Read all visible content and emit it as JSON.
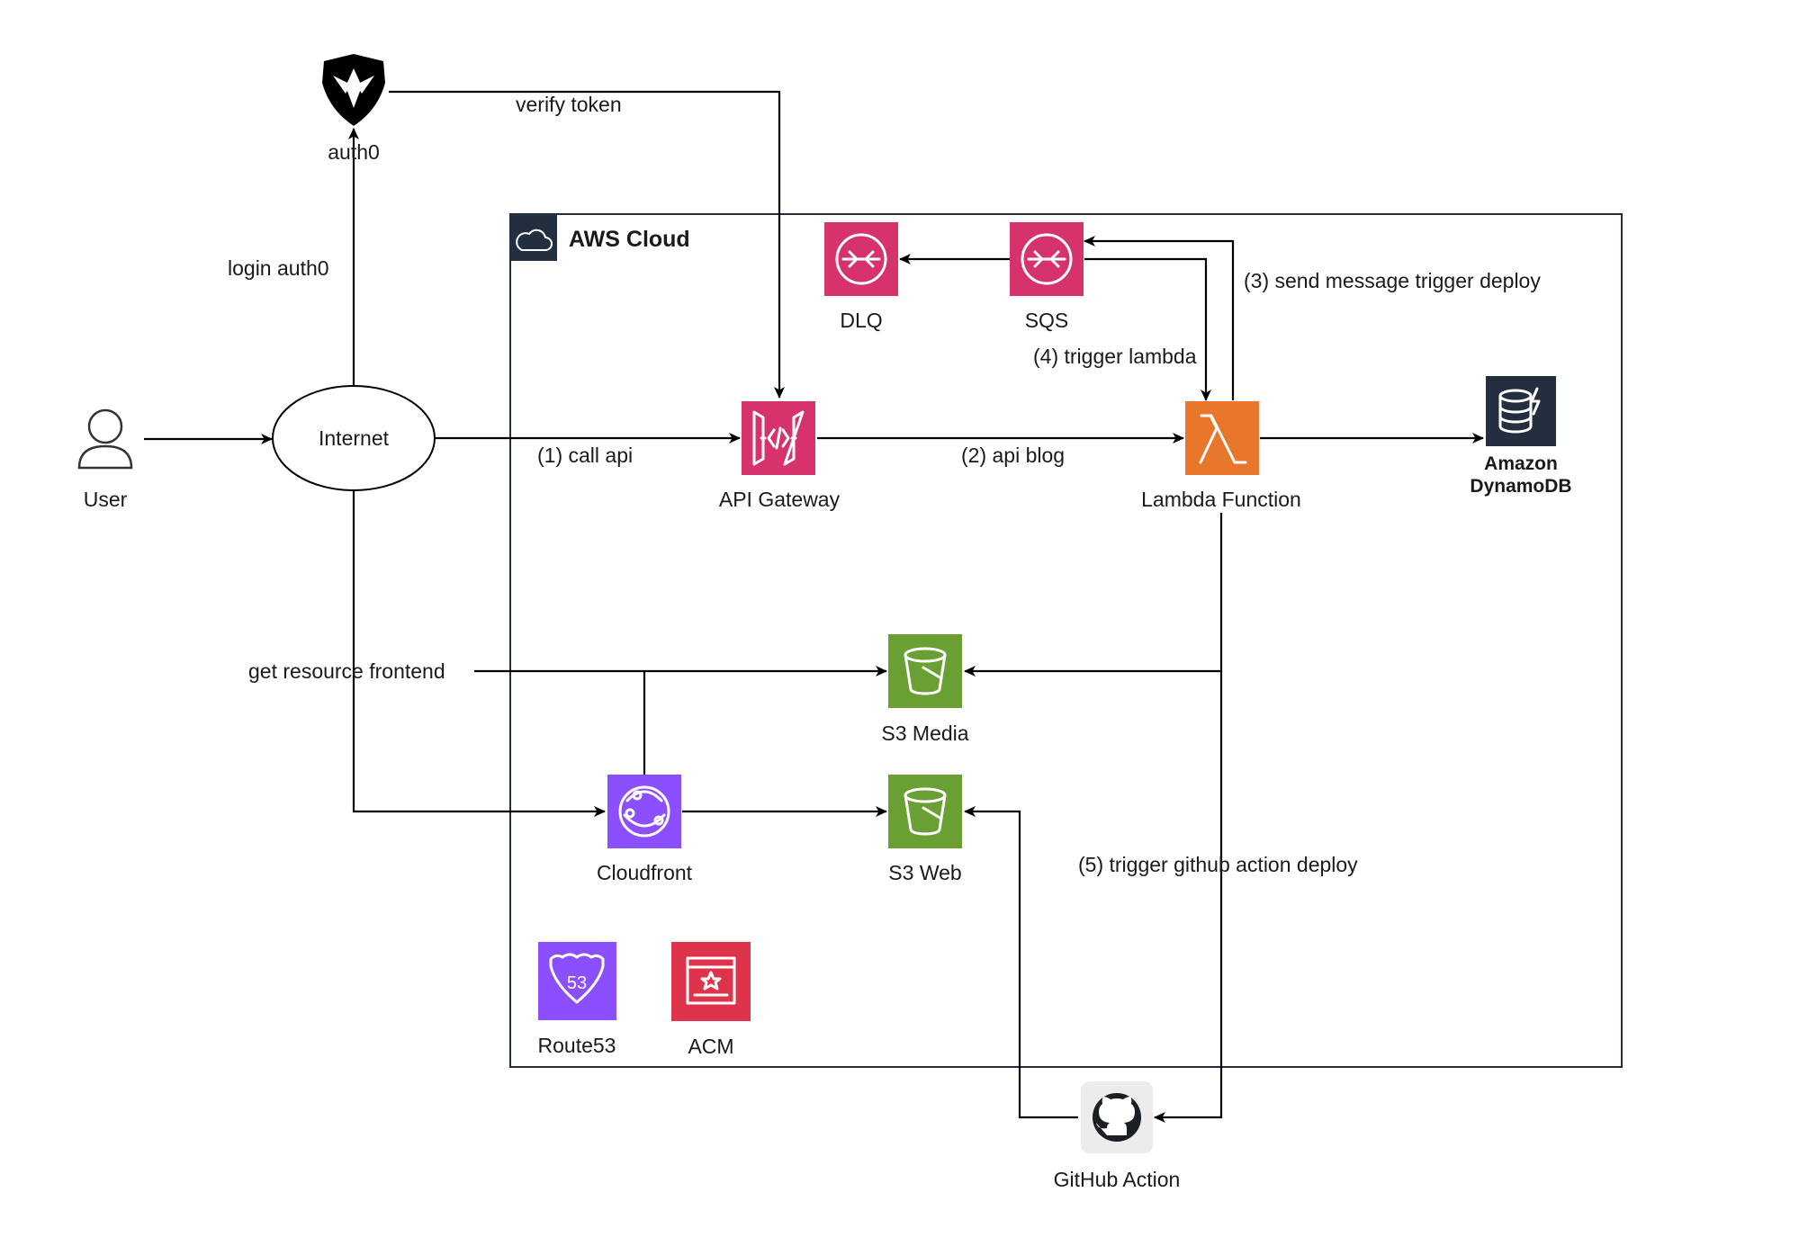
{
  "cloud": {
    "title": "AWS Cloud"
  },
  "nodes": {
    "auth0": {
      "label": "auth0",
      "icon": "auth0-shield-icon"
    },
    "user": {
      "label": "User",
      "icon": "user-icon"
    },
    "internet": {
      "label": "Internet"
    },
    "dlq": {
      "label": "DLQ",
      "icon": "sqs-icon",
      "color": "#d6336c"
    },
    "sqs": {
      "label": "SQS",
      "icon": "sqs-icon",
      "color": "#d6336c"
    },
    "api_gateway": {
      "label": "API Gateway",
      "icon": "api-gateway-icon",
      "color": "#d6336c"
    },
    "lambda": {
      "label": "Lambda Function",
      "icon": "lambda-icon",
      "color": "#e8762b"
    },
    "dynamodb": {
      "label_line1": "Amazon",
      "label_line2": "DynamoDB",
      "icon": "dynamodb-icon",
      "color": "#232f3e"
    },
    "s3_media": {
      "label": "S3 Media",
      "icon": "s3-bucket-icon",
      "color": "#6aa033"
    },
    "s3_web": {
      "label": "S3 Web",
      "icon": "s3-bucket-icon",
      "color": "#6aa033"
    },
    "cloudfront": {
      "label": "Cloudfront",
      "icon": "cloudfront-icon",
      "color": "#8c4fff"
    },
    "route53": {
      "label": "Route53",
      "icon": "route53-icon",
      "color": "#8c4fff"
    },
    "acm": {
      "label": "ACM",
      "icon": "acm-icon",
      "color": "#dd344c"
    },
    "github": {
      "label": "GitHub Action",
      "icon": "github-icon"
    }
  },
  "edges": {
    "verify_token": "verify token",
    "login_auth0": "login auth0",
    "call_api": "(1) call api",
    "api_blog": "(2) api blog",
    "send_message": "(3) send message trigger deploy",
    "trigger_lambda": "(4) trigger lambda",
    "get_resource": "get resource frontend",
    "trigger_github": "(5) trigger github action deploy"
  }
}
